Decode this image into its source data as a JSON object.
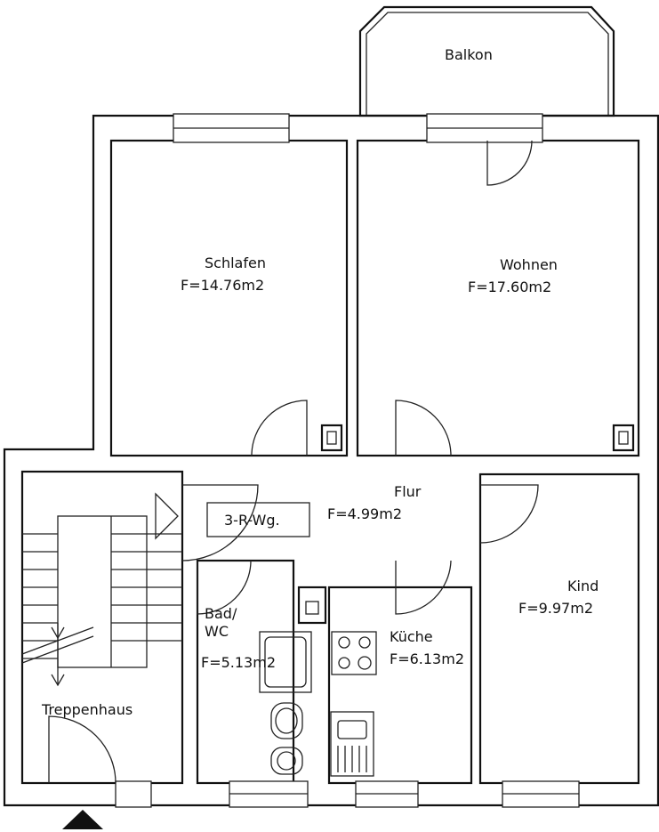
{
  "plan": {
    "unit_label": "3-R-Wg.",
    "rooms": [
      {
        "name": "Balkon",
        "area": ""
      },
      {
        "name": "Schlafen",
        "area": "F=14.76m2"
      },
      {
        "name": "Wohnen",
        "area": "F=17.60m2"
      },
      {
        "name": "Flur",
        "area": "F=4.99m2"
      },
      {
        "name": "Kind",
        "area": "F=9.97m2"
      },
      {
        "name": "Bad/",
        "name2": "WC",
        "area": "F=5.13m2"
      },
      {
        "name": "Küche",
        "area": "F=6.13m2"
      },
      {
        "name": "Treppenhaus",
        "area": ""
      }
    ]
  }
}
